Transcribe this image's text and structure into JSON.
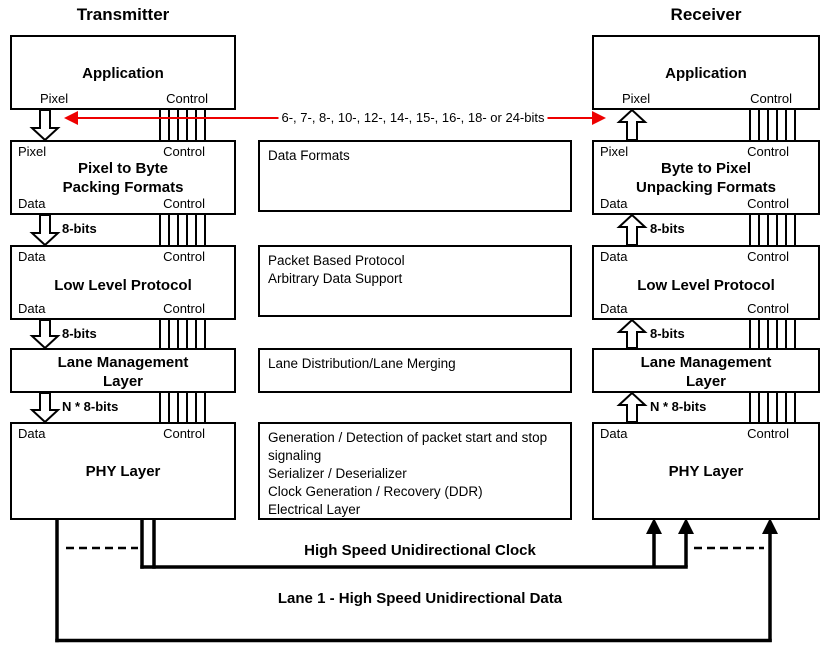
{
  "header": {
    "transmitter": "Transmitter",
    "receiver": "Receiver"
  },
  "bit_width_arrow": {
    "label": "6-, 7-, 8-, 10-, 12-, 14-, 15-, 16-, 18- or 24-bits",
    "color": "#ee0000"
  },
  "transmitter": {
    "application": {
      "title": "Application",
      "bottom_left": "Pixel",
      "bottom_right": "Control"
    },
    "packing": {
      "top_left": "Pixel",
      "top_right": "Control",
      "title_lines": [
        "Pixel to Byte",
        "Packing Formats"
      ],
      "bottom_left": "Data",
      "bottom_right": "Control"
    },
    "low_level_protocol": {
      "top_left": "Data",
      "top_right": "Control",
      "title": "Low Level Protocol",
      "bottom_left": "Data",
      "bottom_right": "Control"
    },
    "lane_management": {
      "title_lines": [
        "Lane Management",
        "Layer"
      ]
    },
    "phy": {
      "top_left": "Data",
      "top_right": "Control",
      "title": "PHY Layer"
    },
    "bus_labels": [
      "8-bits",
      "8-bits",
      "N * 8-bits"
    ]
  },
  "receiver": {
    "application": {
      "title": "Application",
      "bottom_left": "Pixel",
      "bottom_right": "Control"
    },
    "unpacking": {
      "top_left": "Pixel",
      "top_right": "Control",
      "title_lines": [
        "Byte to Pixel",
        "Unpacking Formats"
      ],
      "bottom_left": "Data",
      "bottom_right": "Control"
    },
    "low_level_protocol": {
      "top_left": "Data",
      "top_right": "Control",
      "title": "Low Level Protocol",
      "bottom_left": "Data",
      "bottom_right": "Control"
    },
    "lane_management": {
      "title_lines": [
        "Lane Management",
        "Layer"
      ]
    },
    "phy": {
      "top_left": "Data",
      "top_right": "Control",
      "title": "PHY Layer"
    },
    "bus_labels": [
      "8-bits",
      "8-bits",
      "N * 8-bits"
    ]
  },
  "descriptions": {
    "data_formats": "Data Formats",
    "low_level_protocol": [
      "Packet Based Protocol",
      "Arbitrary Data Support"
    ],
    "lane_management": "Lane Distribution/Lane Merging",
    "phy": [
      "Generation / Detection of packet start and stop signaling",
      "Serializer / Deserializer",
      "Clock Generation / Recovery (DDR)",
      "Electrical Layer"
    ]
  },
  "bottom_links": {
    "clock": "High Speed Unidirectional Clock",
    "lane1": "Lane 1 - High Speed Unidirectional Data"
  }
}
